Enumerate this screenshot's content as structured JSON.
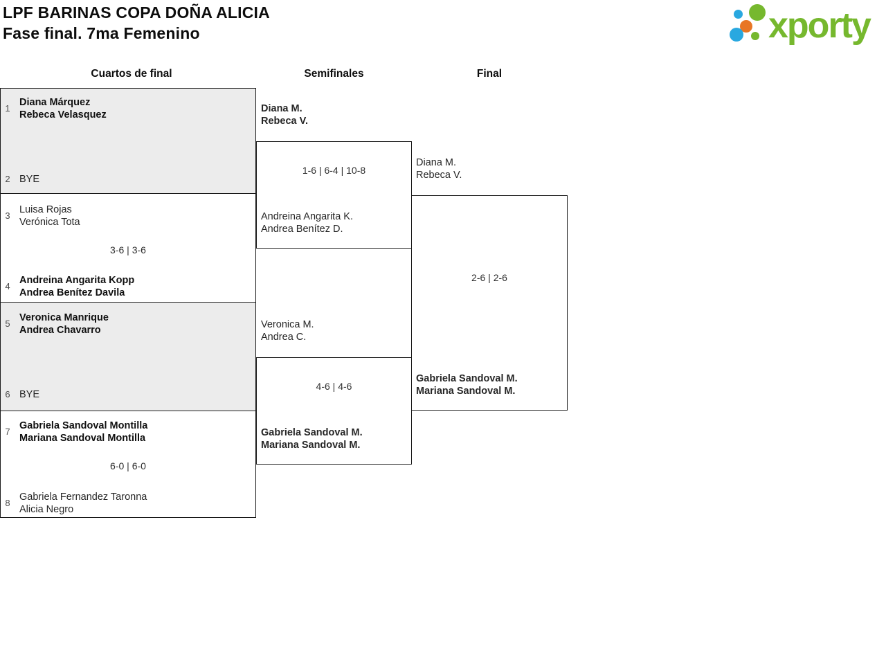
{
  "header": {
    "title_line1": "LPF BARINAS COPA DOÑA ALICIA",
    "title_line2": "Fase final. 7ma Femenino",
    "logo_text": "xporty"
  },
  "round_headers": [
    "Cuartos de final",
    "Semifinales",
    "Final"
  ],
  "colors": {
    "logo_green": "#76b82e",
    "logo_blue": "#29a8e0",
    "logo_orange": "#e87625",
    "box_grey": "#ececec",
    "box_border": "#1a1a1a"
  },
  "quarterfinals": [
    {
      "seed_top": "1",
      "team_top": [
        "Diana Márquez",
        "Rebeca Velasquez"
      ],
      "score": "",
      "seed_bottom": "2",
      "team_bottom": [
        "BYE"
      ],
      "winner": "top"
    },
    {
      "seed_top": "3",
      "team_top": [
        "Luisa Rojas",
        "Verónica Tota"
      ],
      "score": "3-6 | 3-6",
      "seed_bottom": "4",
      "team_bottom": [
        "Andreina Angarita Kopp",
        "Andrea Benítez Davila"
      ],
      "winner": "bottom"
    },
    {
      "seed_top": "5",
      "team_top": [
        "Veronica Manrique",
        "Andrea Chavarro"
      ],
      "score": "",
      "seed_bottom": "6",
      "team_bottom": [
        "BYE"
      ],
      "winner": "top"
    },
    {
      "seed_top": "7",
      "team_top": [
        "Gabriela Sandoval Montilla",
        "Mariana Sandoval Montilla"
      ],
      "score": "6-0 | 6-0",
      "seed_bottom": "8",
      "team_bottom": [
        "Gabriela Fernandez Taronna",
        "Alicia Negro"
      ],
      "winner": "top"
    }
  ],
  "semifinals": [
    {
      "team_top": [
        "Diana M.",
        "Rebeca V."
      ],
      "score": "1-6 | 6-4 | 10-8",
      "team_bottom": [
        "Andreina Angarita K.",
        "Andrea Benítez D."
      ],
      "winner": "top"
    },
    {
      "team_top": [
        "Veronica M.",
        "Andrea C."
      ],
      "score": "4-6 | 4-6",
      "team_bottom": [
        "Gabriela Sandoval M.",
        "Mariana Sandoval M."
      ],
      "winner": "bottom"
    }
  ],
  "final": {
    "team_top": [
      "Diana M.",
      "Rebeca V."
    ],
    "score": "2-6 | 2-6",
    "team_bottom": [
      "Gabriela Sandoval M.",
      "Mariana Sandoval M."
    ],
    "winner": "bottom"
  }
}
